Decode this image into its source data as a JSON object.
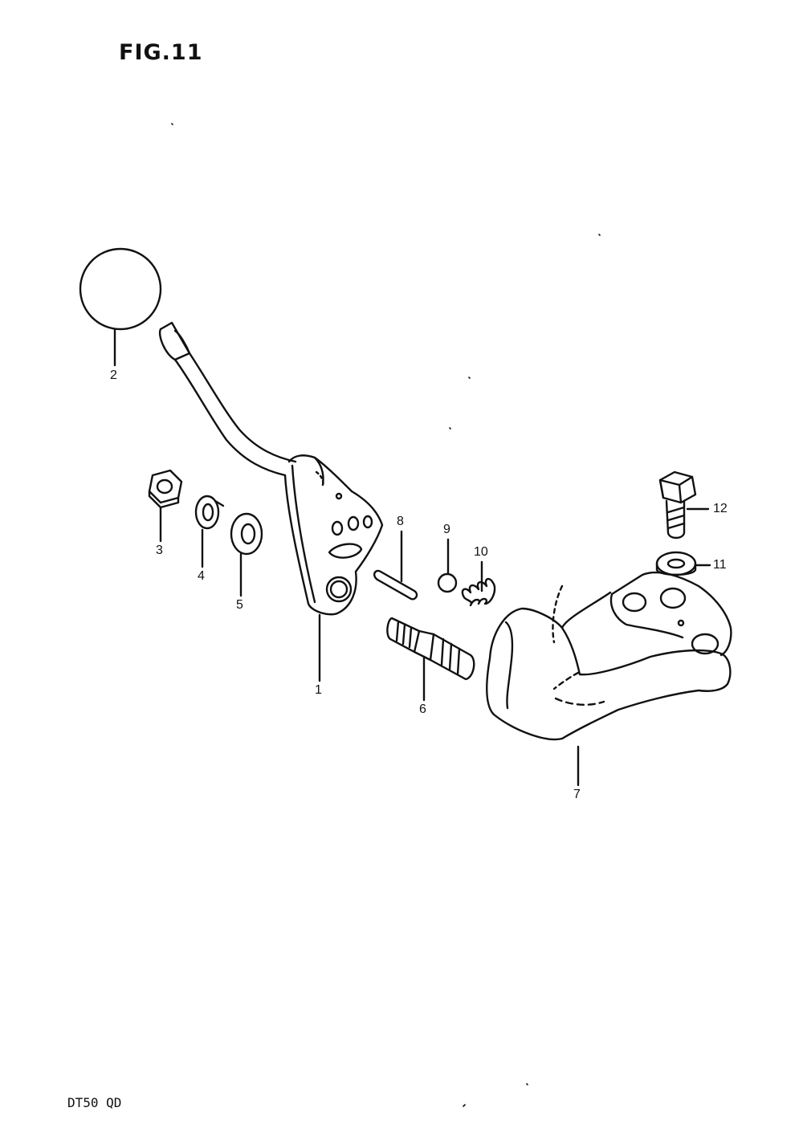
{
  "figure": {
    "title": "FIG.11",
    "model_code": "DT50 QD"
  },
  "parts": [
    {
      "number": "1"
    },
    {
      "number": "2"
    },
    {
      "number": "3"
    },
    {
      "number": "4"
    },
    {
      "number": "5"
    },
    {
      "number": "6"
    },
    {
      "number": "7"
    },
    {
      "number": "8"
    },
    {
      "number": "9"
    },
    {
      "number": "10"
    },
    {
      "number": "11"
    },
    {
      "number": "12"
    }
  ]
}
